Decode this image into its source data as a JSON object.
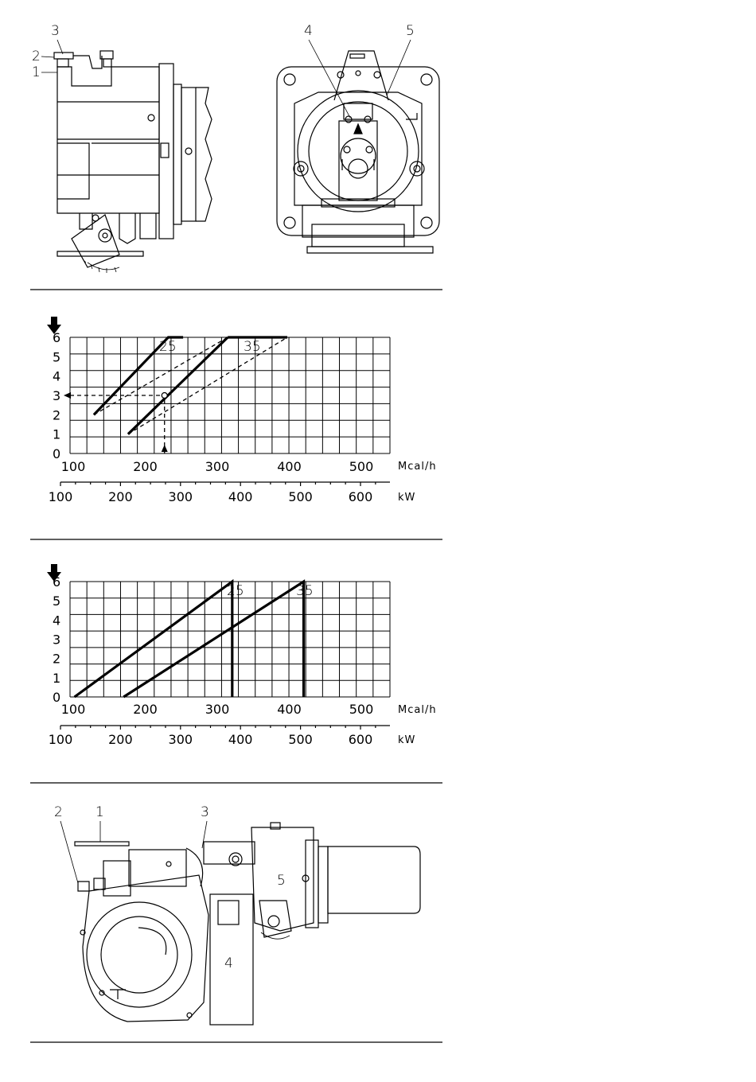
{
  "section1": {
    "callouts_left": [
      "3",
      "2",
      "1"
    ],
    "callouts_right": [
      "4",
      "5"
    ]
  },
  "chart_data": [
    {
      "type": "line",
      "title": "",
      "xlabel": "Mcal/h",
      "x2label": "kW",
      "ylabel": "",
      "x_ticks": [
        "100",
        "200",
        "300",
        "400",
        "500"
      ],
      "x2_ticks": [
        "100",
        "200",
        "300",
        "400",
        "500",
        "600"
      ],
      "y_ticks": [
        "0",
        "1",
        "2",
        "3",
        "4",
        "5",
        "6"
      ],
      "xlim": [
        100,
        530
      ],
      "ylim": [
        0,
        6
      ],
      "series": [
        {
          "name": "25",
          "style": "solid",
          "x": [
            132,
            232,
            252
          ],
          "y": [
            2,
            6,
            6
          ]
        },
        {
          "name": "25",
          "style": "solid",
          "x": [
            178,
            312
          ],
          "y": [
            1,
            6
          ]
        },
        {
          "name": "25",
          "style": "dashed",
          "x": [
            132,
            312
          ],
          "y": [
            2,
            6
          ]
        },
        {
          "name": "35",
          "style": "dashed",
          "x": [
            178,
            392
          ],
          "y": [
            1,
            6
          ]
        },
        {
          "name": "35",
          "style": "solid",
          "x": [
            312,
            392
          ],
          "y": [
            6,
            6
          ]
        }
      ],
      "reading_example": {
        "x": 227,
        "y": 3
      },
      "grid": true
    },
    {
      "type": "line",
      "title": "",
      "xlabel": "Mcal/h",
      "x2label": "kW",
      "ylabel": "",
      "x_ticks": [
        "100",
        "200",
        "300",
        "400",
        "500"
      ],
      "x2_ticks": [
        "100",
        "200",
        "300",
        "400",
        "500",
        "600"
      ],
      "y_ticks": [
        "0",
        "1",
        "2",
        "3",
        "4",
        "5",
        "6"
      ],
      "xlim": [
        100,
        530
      ],
      "ylim": [
        0,
        6
      ],
      "series": [
        {
          "name": "25",
          "style": "solid",
          "x": [
            106,
            318,
            318
          ],
          "y": [
            0,
            6,
            0
          ]
        },
        {
          "name": "35",
          "style": "solid",
          "x": [
            172,
            414,
            414
          ],
          "y": [
            0,
            6,
            0
          ]
        }
      ],
      "grid": true
    }
  ],
  "section4": {
    "callouts_top": [
      "2",
      "1",
      "3"
    ],
    "callouts_body": [
      "4",
      "5"
    ]
  }
}
